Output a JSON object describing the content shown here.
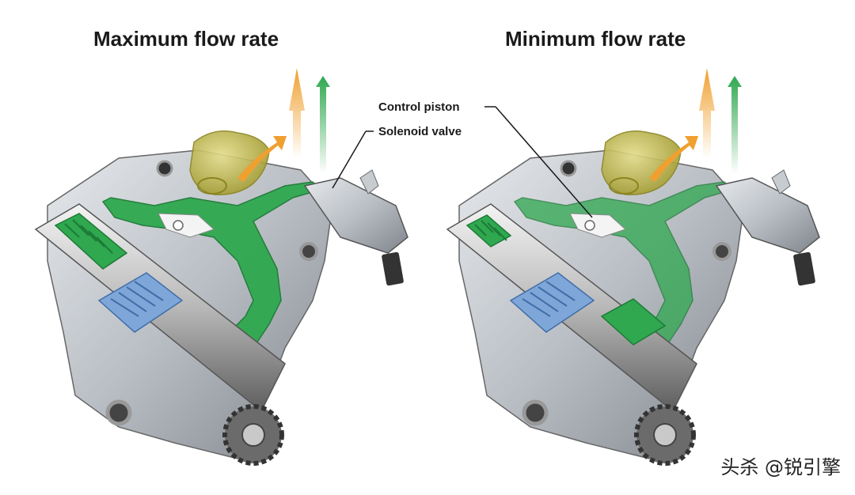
{
  "panels": [
    {
      "title": "Maximum flow rate",
      "state": "maximum"
    },
    {
      "title": "Minimum flow rate",
      "state": "minimum"
    }
  ],
  "callouts": {
    "control_piston": "Control piston",
    "solenoid_valve": "Solenoid valve"
  },
  "watermark": "头杀 @锐引擎",
  "colors": {
    "oil_green": "#2fa84f",
    "flow_orange": "#f0a030",
    "gear_blue": "#7fa6d8",
    "housing_grey": "#b9bec4",
    "reservoir_yellow": "#c8c04a"
  }
}
